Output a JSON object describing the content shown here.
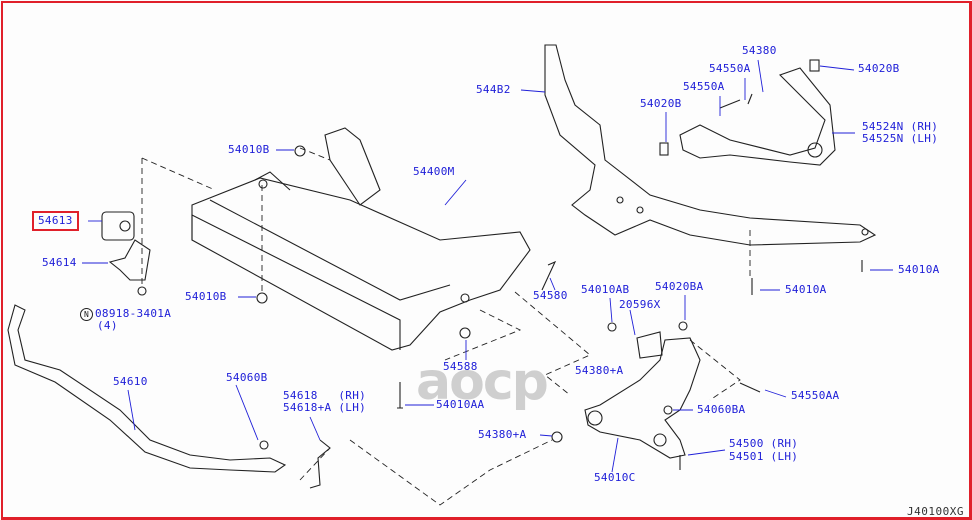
{
  "diagram_code": "J40100XG",
  "watermark": "aocp",
  "highlighted_part": "54613",
  "labels": {
    "p54010B_top": "54010B",
    "p54400M": "54400M",
    "p544B2": "544B2",
    "p54380": "54380",
    "p54550A_1": "54550A",
    "p54550A_2": "54550A",
    "p54020B_right": "54020B",
    "p54020B_left": "54020B",
    "p54524N": "54524N (RH)",
    "p54525N": "54525N (LH)",
    "p54613": "54613",
    "p54614": "54614",
    "p54010B_bottom": "54010B",
    "n_mark": "N",
    "p08918": "08918-3401A",
    "p08918_qty": "(4)",
    "p54580": "54580",
    "p54010AB": "54010AB",
    "p54020BA": "54020BA",
    "p20596X": "20596X",
    "p54010A_mid": "54010A",
    "p54010A_right": "54010A",
    "p54588": "54588",
    "p54380A_top": "54380+A",
    "p54610": "54610",
    "p54060B": "54060B",
    "p54618": "54618   (RH)",
    "p54618A": "54618+A (LH)",
    "p54010AA": "54010AA",
    "p54550AA": "54550AA",
    "p54060BA": "54060BA",
    "p54380A_bottom": "54380+A",
    "p54500": "54500 (RH)",
    "p54501": "54501 (LH)",
    "p54010C": "54010C"
  }
}
